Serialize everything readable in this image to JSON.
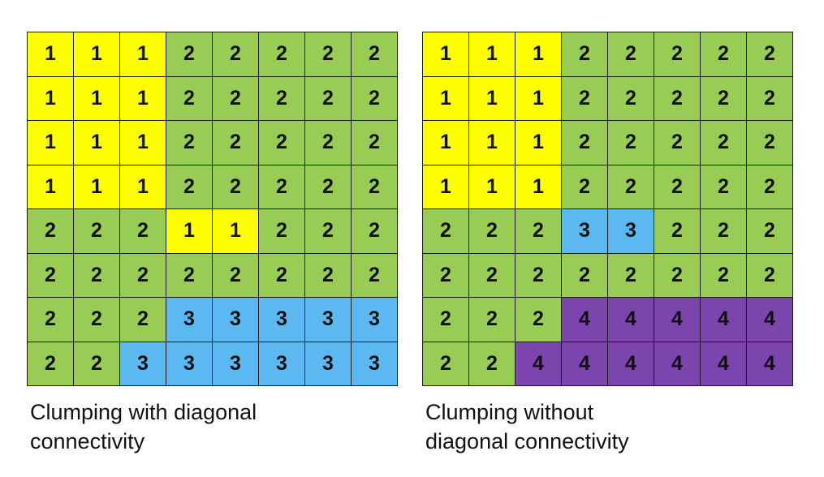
{
  "colors": {
    "1": "#ffff00",
    "2": "#99cc55",
    "3": "#5cb8f0",
    "4": "#7b45ad"
  },
  "left": {
    "grid": [
      [
        1,
        1,
        1,
        2,
        2,
        2,
        2,
        2
      ],
      [
        1,
        1,
        1,
        2,
        2,
        2,
        2,
        2
      ],
      [
        1,
        1,
        1,
        2,
        2,
        2,
        2,
        2
      ],
      [
        1,
        1,
        1,
        2,
        2,
        2,
        2,
        2
      ],
      [
        2,
        2,
        2,
        1,
        1,
        2,
        2,
        2
      ],
      [
        2,
        2,
        2,
        2,
        2,
        2,
        2,
        2
      ],
      [
        2,
        2,
        2,
        3,
        3,
        3,
        3,
        3
      ],
      [
        2,
        2,
        3,
        3,
        3,
        3,
        3,
        3
      ]
    ],
    "caption_line1": "Clumping with diagonal",
    "caption_line2": "connectivity"
  },
  "right": {
    "grid": [
      [
        1,
        1,
        1,
        2,
        2,
        2,
        2,
        2
      ],
      [
        1,
        1,
        1,
        2,
        2,
        2,
        2,
        2
      ],
      [
        1,
        1,
        1,
        2,
        2,
        2,
        2,
        2
      ],
      [
        1,
        1,
        1,
        2,
        2,
        2,
        2,
        2
      ],
      [
        2,
        2,
        2,
        3,
        3,
        2,
        2,
        2
      ],
      [
        2,
        2,
        2,
        2,
        2,
        2,
        2,
        2
      ],
      [
        2,
        2,
        2,
        4,
        4,
        4,
        4,
        4
      ],
      [
        2,
        2,
        4,
        4,
        4,
        4,
        4,
        4
      ]
    ],
    "caption_line1": "Clumping without",
    "caption_line2": "diagonal connectivity"
  }
}
